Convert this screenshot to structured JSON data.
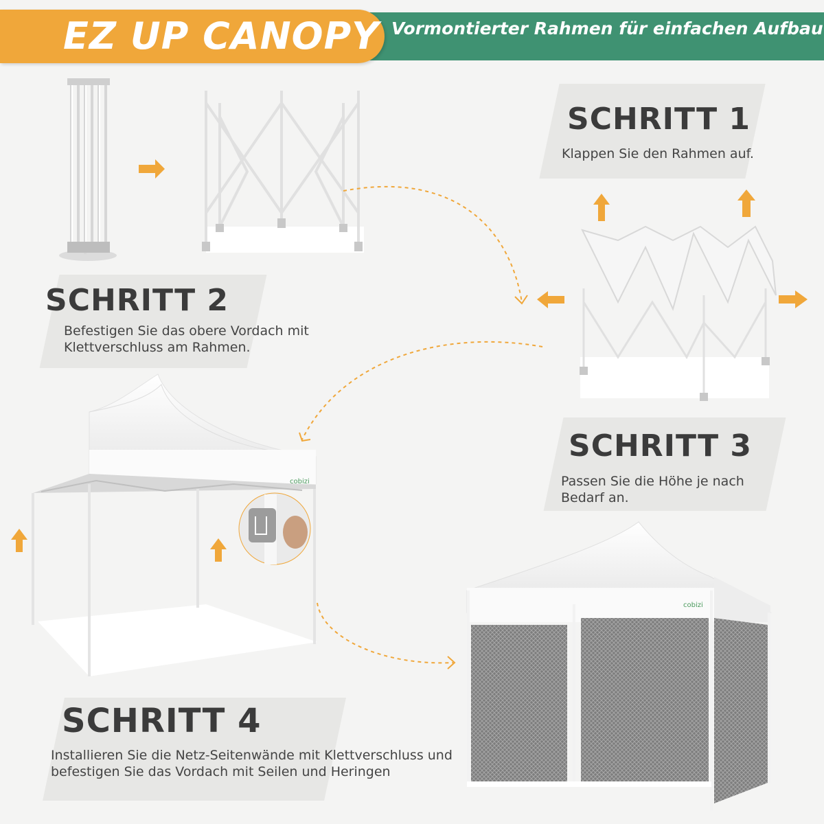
{
  "header": {
    "title": "EZ UP CANOPY",
    "subtitle": "Vormontierter Rahmen für einfachen Aufbau"
  },
  "steps": [
    {
      "title": "SCHRITT 1",
      "text": "Klappen Sie den Rahmen auf."
    },
    {
      "title": "SCHRITT 2",
      "text_line1": "Befestigen Sie das obere Vordach mit",
      "text_line2": "Klettverschluss am Rahmen."
    },
    {
      "title": "SCHRITT 3",
      "text_line1": "Passen Sie die Höhe je nach",
      "text_line2": "Bedarf an."
    },
    {
      "title": "SCHRITT 4",
      "text_line1": "Installieren Sie die Netz-Seitenwände mit Klettverschluss und",
      "text_line2": "befestigen Sie das Vordach mit Seilen und Heringen"
    }
  ],
  "brand_logo": "cobizi",
  "colors": {
    "accent_orange": "#f0a73a",
    "banner_green": "#3f9272",
    "panel_gray": "#e7e7e5",
    "text_dark": "#3b3b3b"
  }
}
